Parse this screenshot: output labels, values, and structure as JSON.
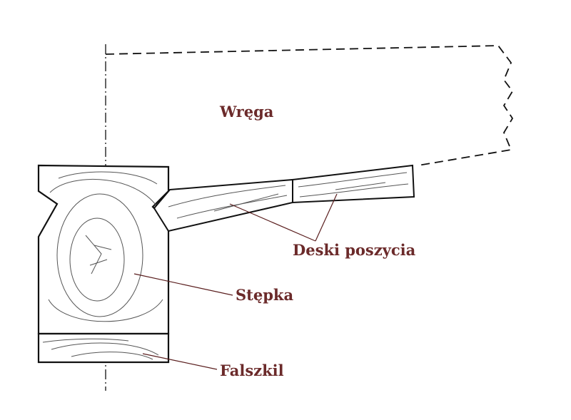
{
  "labels": {
    "frame": "Wręga",
    "planks": "Deski poszycia",
    "keel": "Stępka",
    "false_keel": "Falszkil"
  },
  "colors": {
    "label": "#6b2a2a",
    "ink": "#111111",
    "leader": "#5a1e1e",
    "background": "#ffffff"
  }
}
